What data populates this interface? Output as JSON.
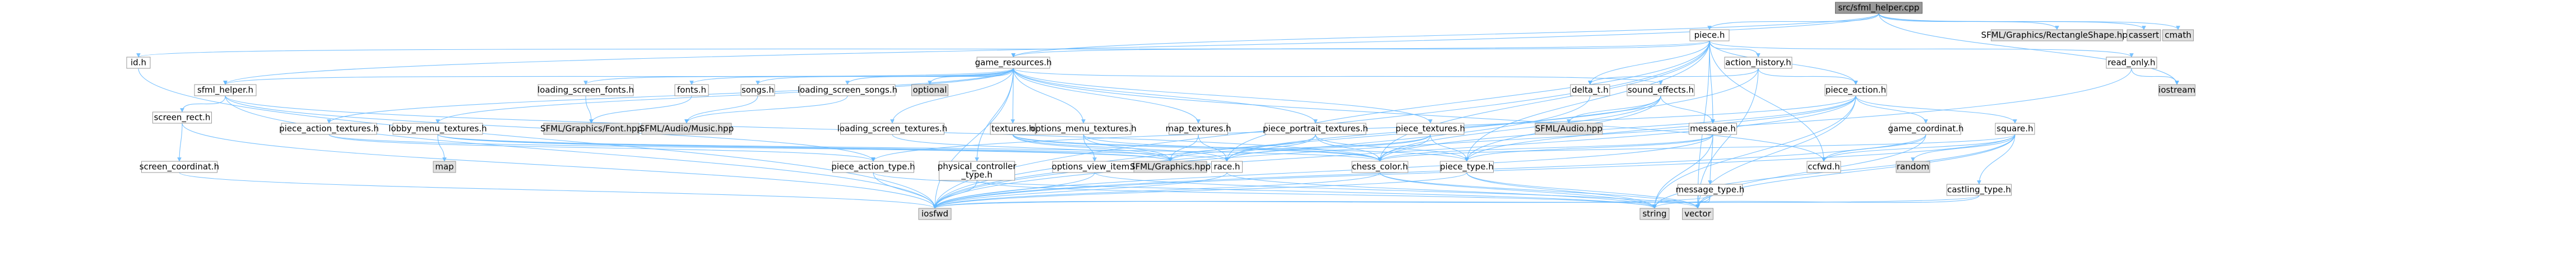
{
  "colors": {
    "edge": "#63b8ff",
    "main_fill": "#999999",
    "external_fill": "#e0e0e0",
    "local_fill": "#ffffff",
    "border": "#999999"
  },
  "nodes": [
    {
      "id": "sfml_helper_cpp",
      "label": "src/sfml_helper.cpp",
      "kind": "hl"
    },
    {
      "id": "piece_h",
      "label": "piece.h",
      "kind": "plain"
    },
    {
      "id": "rectshape",
      "label": "SFML/Graphics/RectangleShape.hpp",
      "kind": "ext"
    },
    {
      "id": "cassert",
      "label": "cassert",
      "kind": "ext"
    },
    {
      "id": "cmath",
      "label": "cmath",
      "kind": "ext"
    },
    {
      "id": "id_h",
      "label": "id.h",
      "kind": "plain"
    },
    {
      "id": "game_resources_h",
      "label": "game_resources.h",
      "kind": "plain"
    },
    {
      "id": "action_history_h",
      "label": "action_history.h",
      "kind": "plain"
    },
    {
      "id": "read_only_h",
      "label": "read_only.h",
      "kind": "plain"
    },
    {
      "id": "iostream",
      "label": "iostream",
      "kind": "ext"
    },
    {
      "id": "sfml_helper_h",
      "label": "sfml_helper.h",
      "kind": "plain"
    },
    {
      "id": "loading_screen_fonts_h",
      "label": "loading_screen_fonts.h",
      "kind": "plain"
    },
    {
      "id": "fonts_h",
      "label": "fonts.h",
      "kind": "plain"
    },
    {
      "id": "songs_h",
      "label": "songs.h",
      "kind": "plain"
    },
    {
      "id": "loading_screen_songs_h",
      "label": "loading_screen_songs.h",
      "kind": "plain"
    },
    {
      "id": "optional",
      "label": "optional",
      "kind": "ext"
    },
    {
      "id": "delta_t_h",
      "label": "delta_t.h",
      "kind": "plain"
    },
    {
      "id": "sound_effects_h",
      "label": "sound_effects.h",
      "kind": "plain"
    },
    {
      "id": "piece_action_h",
      "label": "piece_action.h",
      "kind": "plain"
    },
    {
      "id": "screen_rect_h",
      "label": "screen_rect.h",
      "kind": "plain"
    },
    {
      "id": "piece_action_textures_h",
      "label": "piece_action_textures.h",
      "kind": "plain"
    },
    {
      "id": "lobby_menu_textures_h",
      "label": "lobby_menu_textures.h",
      "kind": "plain"
    },
    {
      "id": "sfml_font",
      "label": "SFML/Graphics/Font.hpp",
      "kind": "ext"
    },
    {
      "id": "sfml_music",
      "label": "SFML/Audio/Music.hpp",
      "kind": "ext"
    },
    {
      "id": "loading_screen_textures_h",
      "label": "loading_screen_textures.h",
      "kind": "plain"
    },
    {
      "id": "textures_h",
      "label": "textures.h",
      "kind": "plain"
    },
    {
      "id": "options_menu_textures_h",
      "label": "options_menu_textures.h",
      "kind": "plain"
    },
    {
      "id": "map_textures_h",
      "label": "map_textures.h",
      "kind": "plain"
    },
    {
      "id": "piece_portrait_textures_h",
      "label": "piece_portrait_textures.h",
      "kind": "plain"
    },
    {
      "id": "piece_textures_h",
      "label": "piece_textures.h",
      "kind": "plain"
    },
    {
      "id": "sfml_audio",
      "label": "SFML/Audio.hpp",
      "kind": "ext"
    },
    {
      "id": "message_h",
      "label": "message.h",
      "kind": "plain"
    },
    {
      "id": "game_coordinat_h",
      "label": "game_coordinat.h",
      "kind": "plain"
    },
    {
      "id": "square_h",
      "label": "square.h",
      "kind": "plain"
    },
    {
      "id": "screen_coordinat_h",
      "label": "screen_coordinat.h",
      "kind": "plain"
    },
    {
      "id": "map",
      "label": "map",
      "kind": "ext"
    },
    {
      "id": "piece_action_type_h",
      "label": "piece_action_type.h",
      "kind": "plain"
    },
    {
      "id": "physical_controller_type_h",
      "label": "physical_controller\n_type.h",
      "kind": "plain"
    },
    {
      "id": "options_view_item_h",
      "label": "options_view_item.h",
      "kind": "plain"
    },
    {
      "id": "sfml_graphics",
      "label": "SFML/Graphics.hpp",
      "kind": "ext"
    },
    {
      "id": "race_h",
      "label": "race.h",
      "kind": "plain"
    },
    {
      "id": "chess_color_h",
      "label": "chess_color.h",
      "kind": "plain"
    },
    {
      "id": "piece_type_h",
      "label": "piece_type.h",
      "kind": "plain"
    },
    {
      "id": "ccfwd_h",
      "label": "ccfwd.h",
      "kind": "plain"
    },
    {
      "id": "random",
      "label": "random",
      "kind": "ext"
    },
    {
      "id": "message_type_h",
      "label": "message_type.h",
      "kind": "plain"
    },
    {
      "id": "castling_type_h",
      "label": "castling_type.h",
      "kind": "plain"
    },
    {
      "id": "iosfwd",
      "label": "iosfwd",
      "kind": "ext"
    },
    {
      "id": "string",
      "label": "string",
      "kind": "ext"
    },
    {
      "id": "vector",
      "label": "vector",
      "kind": "ext"
    }
  ],
  "edges": [
    [
      "sfml_helper_cpp",
      "piece_h"
    ],
    [
      "sfml_helper_cpp",
      "rectshape"
    ],
    [
      "sfml_helper_cpp",
      "cassert"
    ],
    [
      "sfml_helper_cpp",
      "cmath"
    ],
    [
      "sfml_helper_cpp",
      "sfml_helper_h"
    ],
    [
      "sfml_helper_cpp",
      "iostream"
    ],
    [
      "sfml_helper_cpp",
      "game_resources_h"
    ],
    [
      "piece_h",
      "id_h"
    ],
    [
      "piece_h",
      "game_resources_h"
    ],
    [
      "piece_h",
      "action_history_h"
    ],
    [
      "piece_h",
      "read_only_h"
    ],
    [
      "piece_h",
      "delta_t_h"
    ],
    [
      "piece_h",
      "piece_action_h"
    ],
    [
      "piece_h",
      "chess_color_h"
    ],
    [
      "piece_h",
      "piece_type_h"
    ],
    [
      "piece_h",
      "race_h"
    ],
    [
      "piece_h",
      "message_h"
    ],
    [
      "piece_h",
      "vector"
    ],
    [
      "piece_h",
      "iosfwd"
    ],
    [
      "piece_h",
      "ccfwd_h"
    ],
    [
      "id_h",
      "iosfwd"
    ],
    [
      "read_only_h",
      "iostream"
    ],
    [
      "read_only_h",
      "iosfwd"
    ],
    [
      "action_history_h",
      "delta_t_h"
    ],
    [
      "action_history_h",
      "piece_action_h"
    ],
    [
      "action_history_h",
      "vector"
    ],
    [
      "action_history_h",
      "iosfwd"
    ],
    [
      "game_resources_h",
      "sfml_helper_h"
    ],
    [
      "game_resources_h",
      "loading_screen_fonts_h"
    ],
    [
      "game_resources_h",
      "fonts_h"
    ],
    [
      "game_resources_h",
      "songs_h"
    ],
    [
      "game_resources_h",
      "loading_screen_songs_h"
    ],
    [
      "game_resources_h",
      "optional"
    ],
    [
      "game_resources_h",
      "sound_effects_h"
    ],
    [
      "game_resources_h",
      "piece_action_textures_h"
    ],
    [
      "game_resources_h",
      "lobby_menu_textures_h"
    ],
    [
      "game_resources_h",
      "loading_screen_textures_h"
    ],
    [
      "game_resources_h",
      "textures_h"
    ],
    [
      "game_resources_h",
      "options_menu_textures_h"
    ],
    [
      "game_resources_h",
      "map_textures_h"
    ],
    [
      "game_resources_h",
      "piece_portrait_textures_h"
    ],
    [
      "game_resources_h",
      "piece_textures_h"
    ],
    [
      "game_resources_h",
      "physical_controller_type_h"
    ],
    [
      "game_resources_h",
      "iosfwd"
    ],
    [
      "game_resources_h",
      "ccfwd_h"
    ],
    [
      "sfml_helper_h",
      "screen_rect_h"
    ],
    [
      "sfml_helper_h",
      "piece_action_type_h"
    ],
    [
      "sfml_helper_h",
      "chess_color_h"
    ],
    [
      "sfml_helper_h",
      "iosfwd"
    ],
    [
      "screen_rect_h",
      "screen_coordinat_h"
    ],
    [
      "screen_rect_h",
      "iosfwd"
    ],
    [
      "screen_coordinat_h",
      "iosfwd"
    ],
    [
      "loading_screen_fonts_h",
      "sfml_font"
    ],
    [
      "fonts_h",
      "sfml_font"
    ],
    [
      "songs_h",
      "sfml_music"
    ],
    [
      "loading_screen_songs_h",
      "sfml_music"
    ],
    [
      "sound_effects_h",
      "message_h"
    ],
    [
      "sound_effects_h",
      "sfml_audio"
    ],
    [
      "sound_effects_h",
      "chess_color_h"
    ],
    [
      "sound_effects_h",
      "piece_type_h"
    ],
    [
      "sound_effects_h",
      "race_h"
    ],
    [
      "delta_t_h",
      "iosfwd"
    ],
    [
      "piece_action_h",
      "game_coordinat_h"
    ],
    [
      "piece_action_h",
      "square_h"
    ],
    [
      "piece_action_h",
      "piece_action_type_h"
    ],
    [
      "piece_action_h",
      "piece_type_h"
    ],
    [
      "piece_action_h",
      "chess_color_h"
    ],
    [
      "piece_action_h",
      "iosfwd"
    ],
    [
      "piece_action_h",
      "string"
    ],
    [
      "piece_action_h",
      "vector"
    ],
    [
      "piece_action_textures_h",
      "piece_action_type_h"
    ],
    [
      "piece_action_textures_h",
      "sfml_graphics"
    ],
    [
      "lobby_menu_textures_h",
      "map"
    ],
    [
      "lobby_menu_textures_h",
      "chess_color_h"
    ],
    [
      "lobby_menu_textures_h",
      "race_h"
    ],
    [
      "lobby_menu_textures_h",
      "sfml_graphics"
    ],
    [
      "loading_screen_textures_h",
      "sfml_graphics"
    ],
    [
      "textures_h",
      "sfml_graphics"
    ],
    [
      "textures_h",
      "chess_color_h"
    ],
    [
      "textures_h",
      "piece_type_h"
    ],
    [
      "textures_h",
      "race_h"
    ],
    [
      "options_menu_textures_h",
      "options_view_item_h"
    ],
    [
      "options_menu_textures_h",
      "sfml_graphics"
    ],
    [
      "options_menu_textures_h",
      "chess_color_h"
    ],
    [
      "map_textures_h",
      "race_h"
    ],
    [
      "map_textures_h",
      "sfml_graphics"
    ],
    [
      "piece_portrait_textures_h",
      "sfml_graphics"
    ],
    [
      "piece_portrait_textures_h",
      "chess_color_h"
    ],
    [
      "piece_portrait_textures_h",
      "piece_type_h"
    ],
    [
      "piece_portrait_textures_h",
      "race_h"
    ],
    [
      "piece_textures_h",
      "sfml_graphics"
    ],
    [
      "piece_textures_h",
      "chess_color_h"
    ],
    [
      "piece_textures_h",
      "piece_type_h"
    ],
    [
      "piece_textures_h",
      "race_h"
    ],
    [
      "message_h",
      "message_type_h"
    ],
    [
      "message_h",
      "chess_color_h"
    ],
    [
      "message_h",
      "piece_type_h"
    ],
    [
      "message_h",
      "iosfwd"
    ],
    [
      "message_h",
      "string"
    ],
    [
      "game_coordinat_h",
      "ccfwd_h"
    ],
    [
      "game_coordinat_h",
      "iosfwd"
    ],
    [
      "game_coordinat_h",
      "vector"
    ],
    [
      "square_h",
      "ccfwd_h"
    ],
    [
      "square_h",
      "random"
    ],
    [
      "square_h",
      "castling_type_h"
    ],
    [
      "square_h",
      "chess_color_h"
    ],
    [
      "square_h",
      "iosfwd"
    ],
    [
      "square_h",
      "string"
    ],
    [
      "square_h",
      "vector"
    ],
    [
      "piece_action_type_h",
      "iosfwd"
    ],
    [
      "piece_action_type_h",
      "string"
    ],
    [
      "physical_controller_type_h",
      "iosfwd"
    ],
    [
      "physical_controller_type_h",
      "string"
    ],
    [
      "options_view_item_h",
      "iosfwd"
    ],
    [
      "options_view_item_h",
      "vector"
    ],
    [
      "race_h",
      "iosfwd"
    ],
    [
      "race_h",
      "string"
    ],
    [
      "chess_color_h",
      "iosfwd"
    ],
    [
      "chess_color_h",
      "string"
    ],
    [
      "chess_color_h",
      "vector"
    ],
    [
      "piece_type_h",
      "iosfwd"
    ],
    [
      "piece_type_h",
      "string"
    ],
    [
      "piece_type_h",
      "vector"
    ],
    [
      "message_type_h",
      "iosfwd"
    ],
    [
      "message_type_h",
      "string"
    ],
    [
      "message_type_h",
      "vector"
    ],
    [
      "castling_type_h",
      "iosfwd"
    ],
    [
      "castling_type_h",
      "string"
    ]
  ]
}
